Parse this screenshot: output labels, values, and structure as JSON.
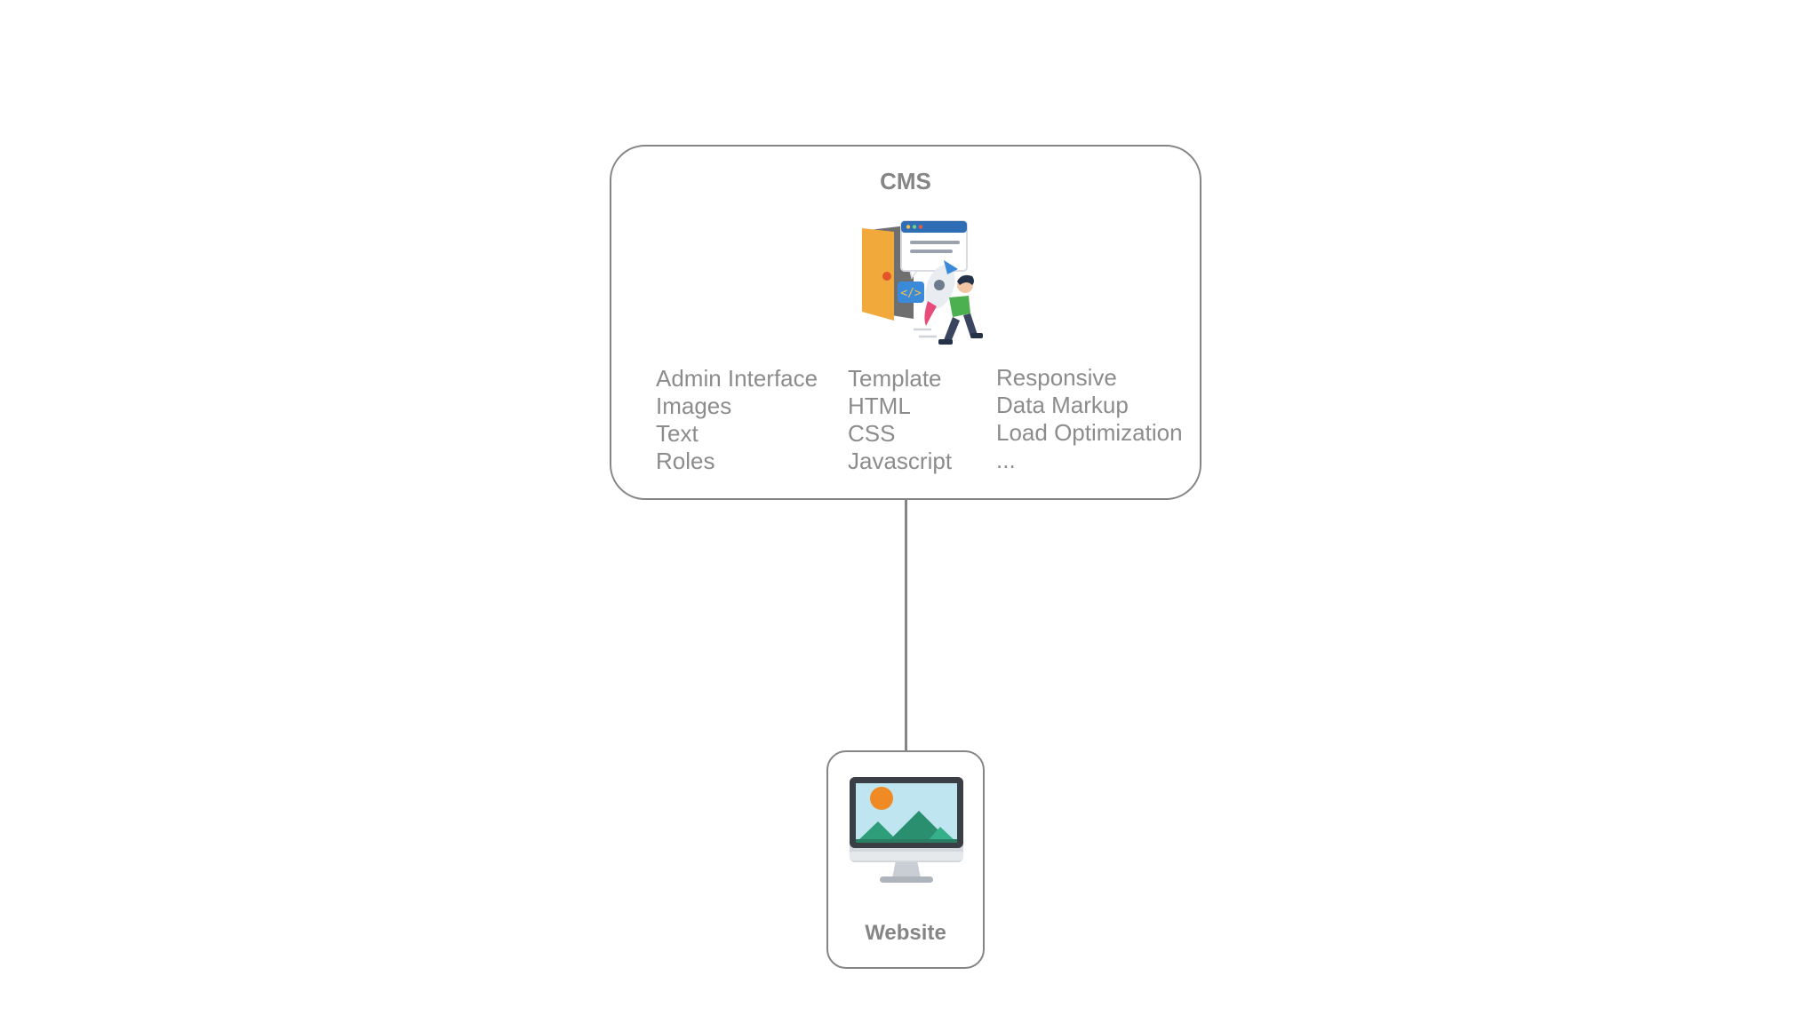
{
  "cms": {
    "title": "CMS",
    "icon": "developer-rocket-door-illustration",
    "columns": [
      {
        "items": [
          "Admin Interface",
          "Images",
          "Text",
          "Roles"
        ]
      },
      {
        "items": [
          "Template",
          "HTML",
          "CSS",
          "Javascript"
        ]
      },
      {
        "items": [
          "Responsive",
          "Data Markup",
          "Load Optimization",
          "..."
        ]
      }
    ]
  },
  "website": {
    "label": "Website",
    "icon": "desktop-monitor-landscape-icon"
  },
  "colors": {
    "border": "#858585",
    "text": "#8c8c8c",
    "door": "#f2a93b",
    "sky": "#bfe6f0",
    "mountain": "#2e9e7a",
    "sun": "#f08a24"
  }
}
